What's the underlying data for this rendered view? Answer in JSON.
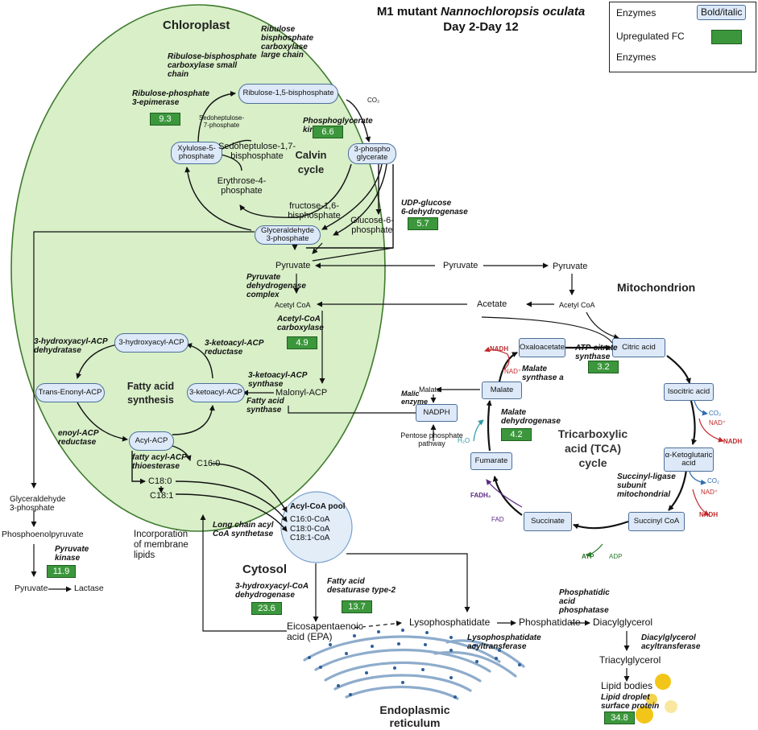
{
  "title": {
    "line1_a": "M1 mutant ",
    "line1_b": "Nannochloropsis oculata",
    "line2": "Day 2-Day 12"
  },
  "legend": {
    "enzymes_label": "Enzymes",
    "enzymes_style": "Bold/italic",
    "upregulated_label": "Upregulated FC",
    "arrow_label": "Enzymes"
  },
  "compartments": {
    "chloroplast": "Chloroplast",
    "mitochondrion": "Mitochondrion",
    "cytosol": "Cytosol",
    "er_line1": "Endoplasmic",
    "er_line2": "reticulum",
    "calvin_1": "Calvin",
    "calvin_2": "cycle",
    "fas_1": "Fatty acid",
    "fas_2": "synthesis",
    "tca_1": "Tricarboxylic",
    "tca_2": "acid (TCA)",
    "tca_3": "cycle",
    "acyl_pool": "Acyl-CoA pool"
  },
  "boxes": {
    "rubp": "Ribulose-1,5-bisphosphate",
    "pga_1": "3-phospho",
    "pga_2": "glycerate",
    "xylu_1": "Xylulose-5-",
    "xylu_2": "phosphate",
    "g3p_1": "Glyceraldehyde",
    "g3p_2": "3-phosphate",
    "hydroxyacyl_acp": "3-hydroxyacyl-ACP",
    "trans_enonyl": "Trans-Enonyl-ACP",
    "ketoacyl_acp": "3-ketoacyl-ACP",
    "acyl_acp": "Acyl-ACP",
    "oxaloacetate": "Oxaloacetate",
    "citric": "Citric acid",
    "isocitric": "Isocitric acid",
    "akg_1": "α-Ketoglutaric",
    "akg_2": "acid",
    "succinyl_coa": "Succinyl CoA",
    "succinate": "Succinate",
    "fumarate": "Fumarate",
    "malate": "Malate",
    "nadph": "NADPH"
  },
  "metabolites": {
    "sedo7p_1": "Sedoheptulose-",
    "sedo7p_2": "7-phosphate",
    "sedo17_1": "Sedoheptulose-1,7-",
    "sedo17_2": "bisphosphate",
    "e4p_1": "Erythrose-4-",
    "e4p_2": "phosphate",
    "fbp_1": "fructose-1,6-",
    "fbp_2": "bisphosphate",
    "g6p_1": "Glucose-6-",
    "g6p_2": "phosphate",
    "co2": "CO₂",
    "pyruvate_chl": "Pyruvate",
    "pyruvate_cyt": "Pyruvate",
    "pyruvate_mito": "Pyruvate",
    "acetyl_coa_chl": "Acetyl CoA",
    "acetate": "Acetate",
    "acetyl_coa_mito": "Acetyl CoA",
    "malonyl_acp": "Malonyl-ACP",
    "c160": "C16:0",
    "c180": "C18:0",
    "c181": "C18:1",
    "pool_1": "C16:0-CoA",
    "pool_2": "C18:0-CoA",
    "pool_3": "C18:1-CoA",
    "malate_out": "Malate",
    "ppp_1": "Pentose phosphate",
    "ppp_2": "pathway",
    "gap_cyt_1": "Glyceraldehyde",
    "gap_cyt_2": "3-phosphate",
    "pep": "Phosphoenolpyruvate",
    "pyruvate_low": "Pyruvate",
    "lactase": "Lactase",
    "incorp_1": "Incorporation",
    "incorp_2": "of membrane",
    "incorp_3": "lipids",
    "epa_1": "Eicosapentaenoic",
    "epa_2": "acid (EPA)",
    "lysopa": "Lysophosphatidate",
    "pa": "Phosphatidate",
    "dag": "Diacylglycerol",
    "tag": "Triacylglycerol",
    "lipid_bodies": "Lipid bodies"
  },
  "cofactors": {
    "nadh_1": "NADH",
    "nad_1": "NAD⁺",
    "co2_1": "CO₂",
    "nad_2": "NAD⁺",
    "nadh_2": "NADH",
    "co2_2": "CO₂",
    "nad_3": "NAD⁺",
    "nadh_3": "NADH",
    "atp": "ATP",
    "adp": "ADP",
    "fadh2": "FADH₂",
    "fad": "FAD",
    "h2o": "H₂O"
  },
  "enzymes": {
    "rubisco_small": "Ribulose-bisphosphate\ncarboxylase small\nchain",
    "rubisco_large": "Ribulose\nbisphosphate\ncarboxylase\nlarge chain",
    "rpe": "Ribulose-phosphate\n3-epimerase",
    "pgk": "Phosphoglycerate\nkinase",
    "udpg": "UDP-glucose\n6-dehydrogenase",
    "pdh": "Pyruvate\ndehydrogenase\ncomplex",
    "acc": "Acetyl-CoA\ncarboxylase",
    "hadh": "3-hydroxyacyl-ACP\ndehydratase",
    "kar": "3-ketoacyl-ACP\nreductase",
    "kas": "3-ketoacyl-ACP\nsynthase",
    "fas": "Fatty acid\nsynthase",
    "enr": "enoyl-ACP\nreductase",
    "fat": "fatty acyl-ACP\nthioesterase",
    "lacs": "Long chain acyl\nCoA synthetase",
    "hcd": "3-hydroxyacyl-CoA\ndehydrogenase",
    "fad2": "Fatty acid\ndesaturase type-2",
    "pk": "Pyruvate\nkinase",
    "acl": "ATP-citrate\nsynthase",
    "ms": "Malate\nsynthase a",
    "me": "Malic\nenzyme",
    "mdh": "Malate\ndehydrogenase",
    "scs": "Succinyl-ligase\nsubunit\nmitochondrial",
    "pap": "Phosphatidic\nacid\nphosphatase",
    "lpaat": "Lysophosphatidate\nacyltransferase",
    "dgat": "Diacylglycerol\nacyltransferase",
    "ldsp": "Lipid droplet\nsurface protein"
  },
  "fold_changes": {
    "rpe": "9.3",
    "pgk": "6.6",
    "udpg": "5.7",
    "acc": "4.9",
    "acl": "3.2",
    "mdh": "4.2",
    "pk": "11.9",
    "hcd": "23.6",
    "fad2": "13.7",
    "ldsp": "34.8"
  },
  "colors": {
    "chloroplast_fill": "#d8efc8",
    "chloroplast_stroke": "#3f7a2e",
    "box_fill": "#dde9f8",
    "box_stroke": "#4c6f98",
    "fc_fill": "#3c973c",
    "nadh": "#c0292b",
    "fadh2": "#5b2a86",
    "atp": "#2a7a2a",
    "co2": "#2d6db0",
    "lipid": "#f2c618"
  }
}
